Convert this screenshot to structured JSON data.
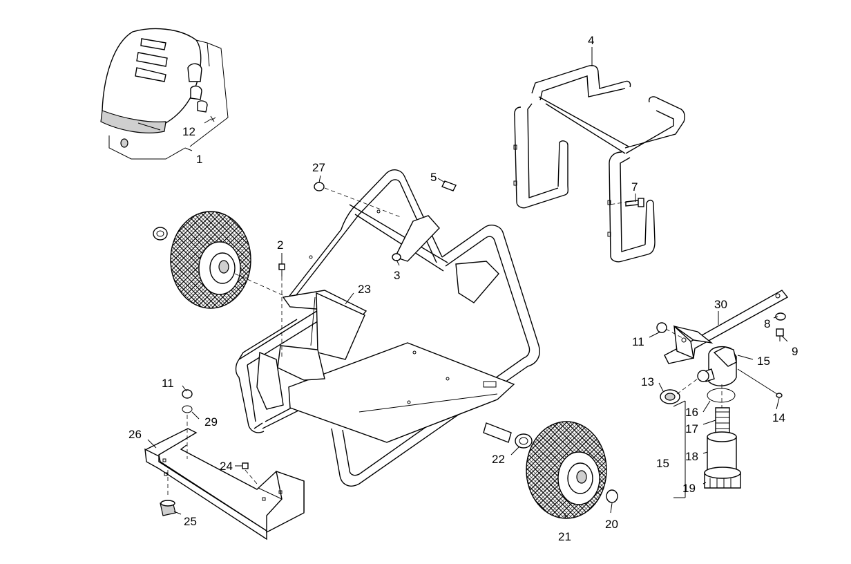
{
  "labels": [
    {
      "id": "p1",
      "text": "1"
    },
    {
      "id": "p2",
      "text": "2"
    },
    {
      "id": "p3",
      "text": "3"
    },
    {
      "id": "p4",
      "text": "4"
    },
    {
      "id": "p5",
      "text": "5"
    },
    {
      "id": "p7",
      "text": "7"
    },
    {
      "id": "p8",
      "text": "8"
    },
    {
      "id": "p9",
      "text": "9"
    },
    {
      "id": "p11a",
      "text": "11"
    },
    {
      "id": "p11b",
      "text": "11"
    },
    {
      "id": "p12",
      "text": "12"
    },
    {
      "id": "p13",
      "text": "13"
    },
    {
      "id": "p14",
      "text": "14"
    },
    {
      "id": "p15a",
      "text": "15"
    },
    {
      "id": "p15b",
      "text": "15"
    },
    {
      "id": "p16",
      "text": "16"
    },
    {
      "id": "p17",
      "text": "17"
    },
    {
      "id": "p18",
      "text": "18"
    },
    {
      "id": "p19",
      "text": "19"
    },
    {
      "id": "p20",
      "text": "20"
    },
    {
      "id": "p21",
      "text": "21"
    },
    {
      "id": "p22",
      "text": "22"
    },
    {
      "id": "p23",
      "text": "23"
    },
    {
      "id": "p24",
      "text": "24"
    },
    {
      "id": "p25",
      "text": "25"
    },
    {
      "id": "p26",
      "text": "26"
    },
    {
      "id": "p27",
      "text": "27"
    },
    {
      "id": "p29",
      "text": "29"
    },
    {
      "id": "p30",
      "text": "30"
    }
  ]
}
